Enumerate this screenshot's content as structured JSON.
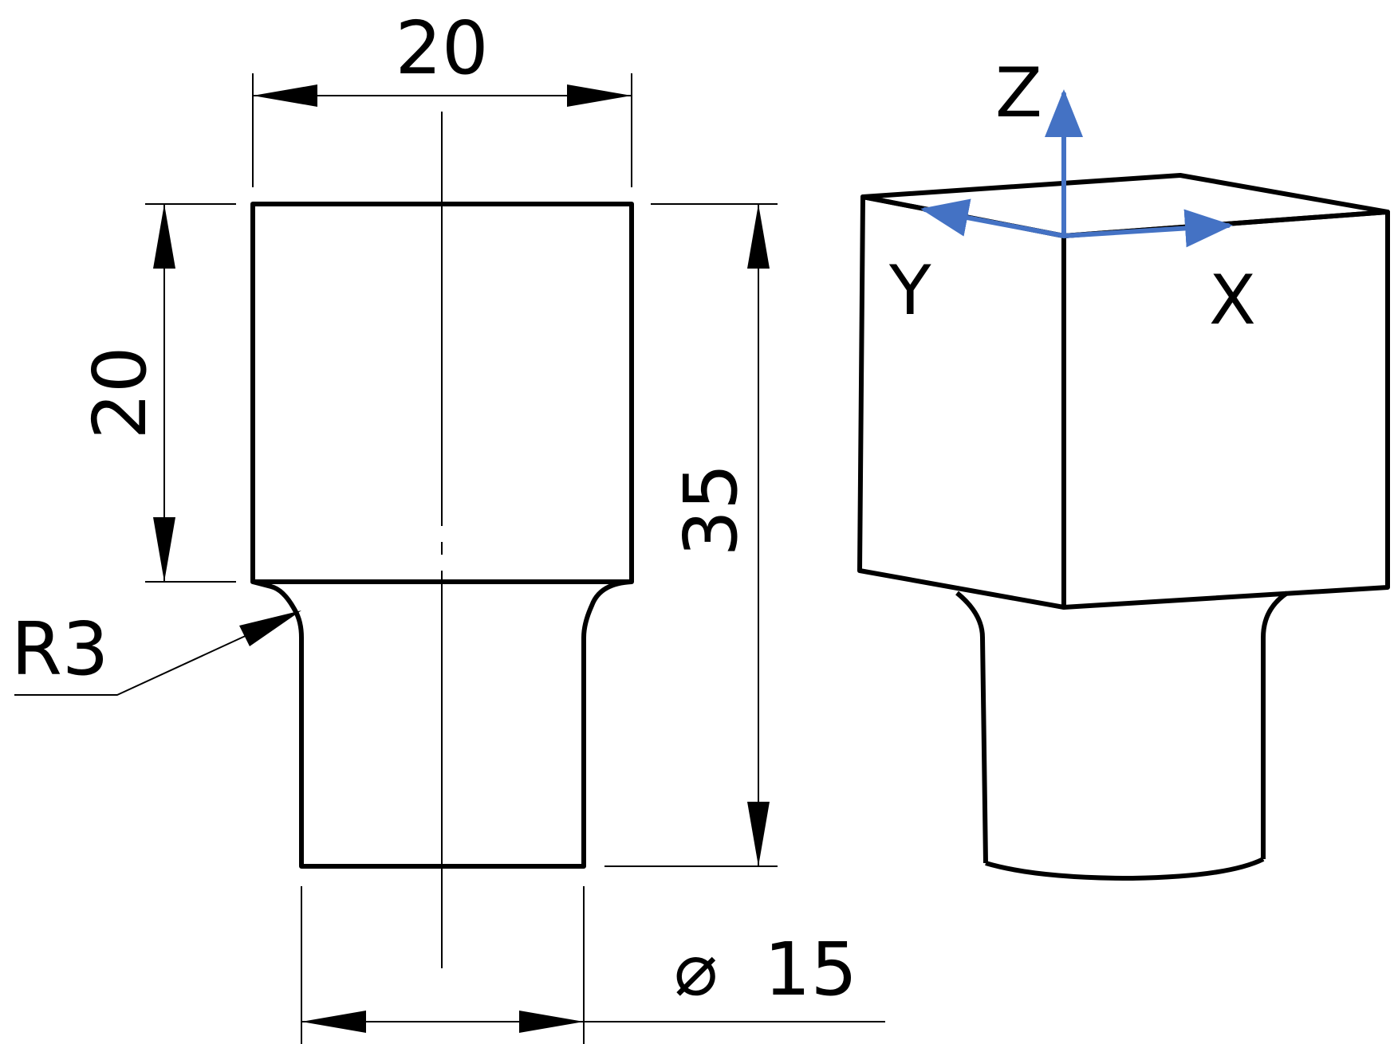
{
  "front_view": {
    "dimensions": {
      "top_width": "20",
      "head_height": "20",
      "overall_height": "35",
      "fillet_radius": "R3",
      "shaft_diameter_symbol": "⌀",
      "shaft_diameter_value": "15"
    }
  },
  "iso_view": {
    "axes": {
      "x_label": "X",
      "y_label": "Y",
      "z_label": "Z"
    },
    "axis_color": "#4472C4"
  },
  "colors": {
    "line": "#000000",
    "background": "#ffffff"
  }
}
